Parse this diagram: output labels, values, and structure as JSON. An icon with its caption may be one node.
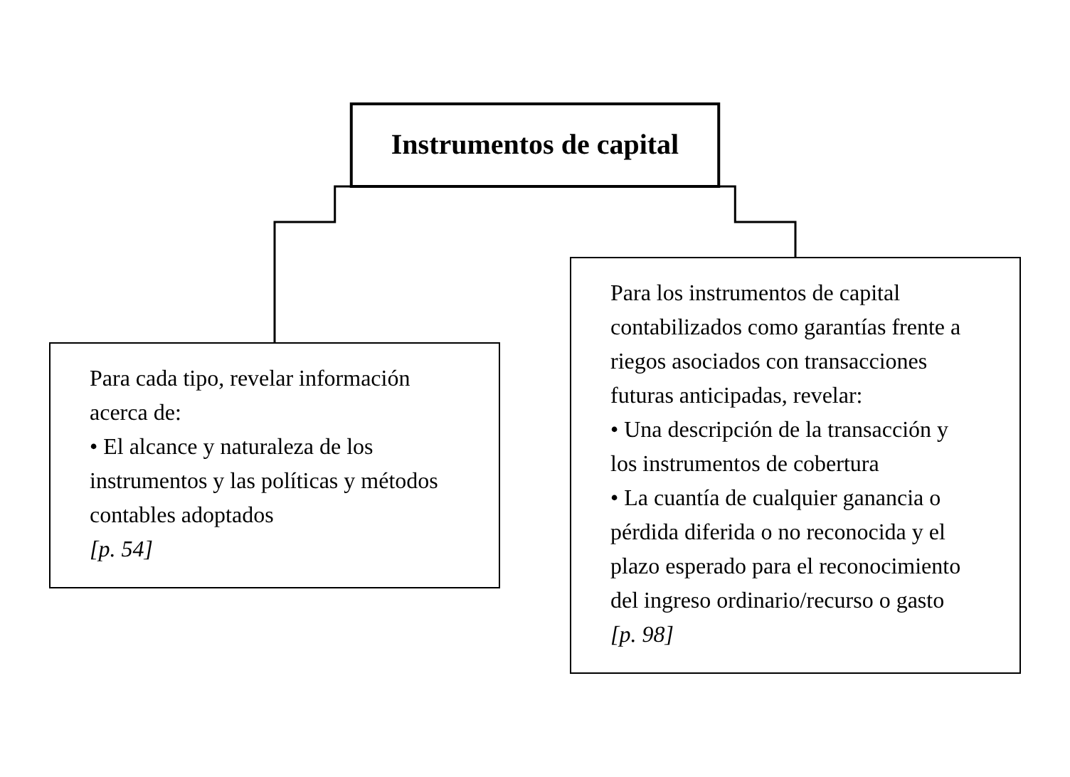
{
  "diagram": {
    "nodes": [
      {
        "text": [
          "Instrumentos de capital"
        ]
      },
      {
        "text": [
          "Para cada tipo, revelar información acerca de:",
          "• El alcance y naturaleza de los instrumentos y las políticas y métodos contables adoptados",
          "[p. 54]"
        ]
      },
      {
        "text": [
          "Para los instrumentos de capital contabilizados como garantías frente a riegos asociados con transacciones futuras anticipadas, revelar:",
          "• Una descripción de la transacción y los instrumentos de cobertura",
          "• La cuantía de cualquier ganancia o pérdida diferida o no reconocida y el plazo esperado para el reconocimiento del ingreso ordinario/recurso o gasto",
          "[p. 98]"
        ]
      }
    ],
    "edges": [
      {
        "from": 0,
        "to": 1,
        "arrow": "none"
      },
      {
        "from": 0,
        "to": 2,
        "arrow": "none"
      }
    ]
  }
}
